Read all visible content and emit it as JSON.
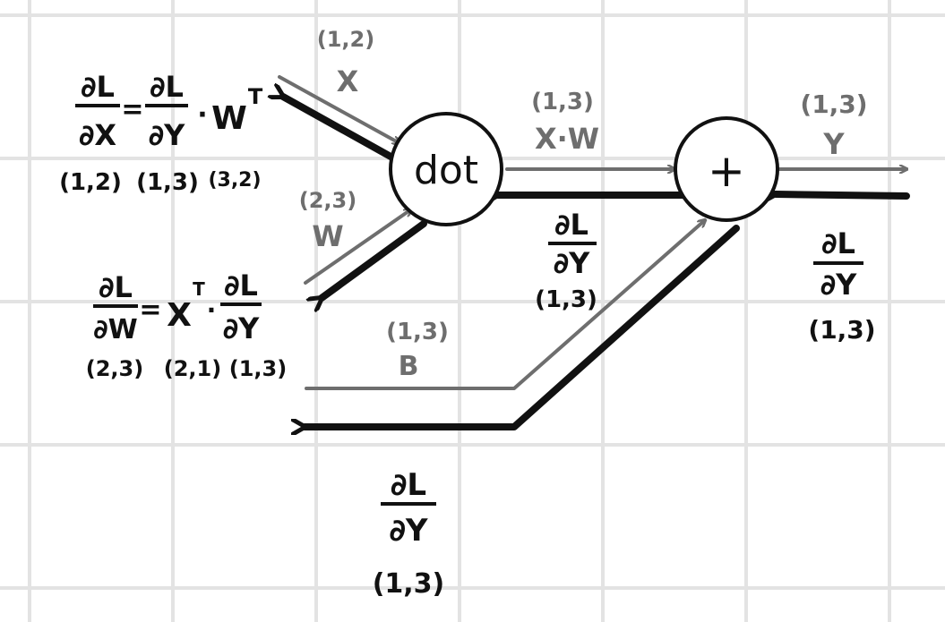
{
  "nodes": {
    "dot": {
      "label": "dot"
    },
    "add": {
      "label": "+"
    }
  },
  "forward": {
    "x": {
      "name": "X",
      "shape": "(1,2)"
    },
    "w": {
      "name": "W",
      "shape": "(2,3)"
    },
    "xw": {
      "name": "X·W",
      "shape": "(1,3)"
    },
    "b": {
      "name": "B",
      "shape": "(1,3)"
    },
    "y": {
      "name": "Y",
      "shape": "(1,3)"
    }
  },
  "backward": {
    "dLdY_out": {
      "num": "∂L",
      "den": "∂Y",
      "shape": "(1,3)"
    },
    "dLdY_mid": {
      "num": "∂L",
      "den": "∂Y",
      "shape": "(1,3)"
    },
    "dLdY_bias": {
      "num": "∂L",
      "den": "∂Y",
      "shape": "(1,3)"
    }
  },
  "equations": {
    "dx": {
      "lhs_num": "∂L",
      "lhs_den": "∂X",
      "eq": "=",
      "rhs_num": "∂L",
      "rhs_den": "∂Y",
      "dot": "·",
      "term": "W",
      "sup": "T",
      "shapes": [
        "(1,2)",
        "(1,3)",
        "(3,2)"
      ]
    },
    "dw": {
      "lhs_num": "∂L",
      "lhs_den": "∂W",
      "eq": "=",
      "term": "X",
      "sup": "T",
      "dot": "·",
      "rhs_num": "∂L",
      "rhs_den": "∂Y",
      "shapes": [
        "(2,3)",
        "(2,1)",
        "(1,3)"
      ]
    }
  },
  "colors": {
    "forward": "#6e6e6e",
    "backward": "#111111",
    "grid": "#e3e3e3",
    "background": "#ffffff"
  }
}
